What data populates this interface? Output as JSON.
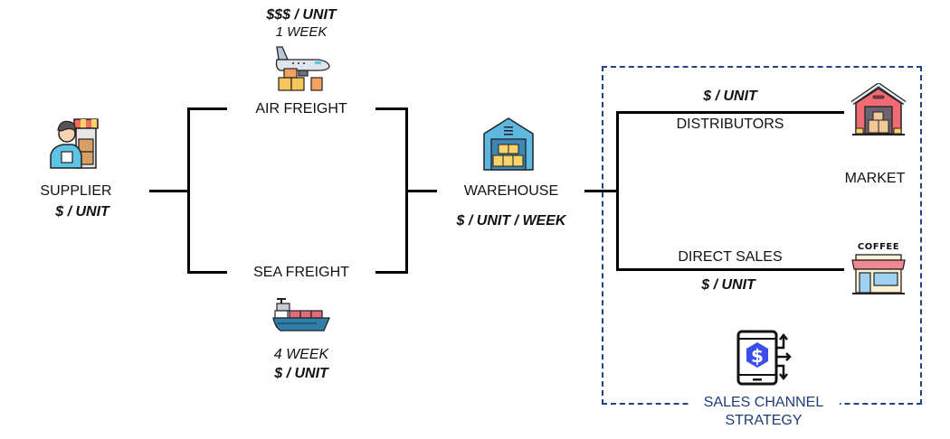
{
  "supplier": {
    "label": "SUPPLIER",
    "cost": "$ / UNIT"
  },
  "air_freight": {
    "label": "AIR FREIGHT",
    "cost": "$$$ / UNIT",
    "time": "1 WEEK"
  },
  "sea_freight": {
    "label": "SEA FREIGHT",
    "cost": "$ / UNIT",
    "time": "4 WEEK"
  },
  "warehouse": {
    "label": "WAREHOUSE",
    "cost": "$ / UNIT / WEEK"
  },
  "distributors": {
    "label": "DISTRIBUTORS",
    "cost": "$ / UNIT"
  },
  "market": {
    "label": "MARKET"
  },
  "direct_sales": {
    "label": "DIRECT SALES",
    "cost": "$ / UNIT"
  },
  "coffee_shop": {
    "sign": "COFFEE"
  },
  "sales_channel": {
    "line1": "SALES CHANNEL",
    "line2": "STRATEGY",
    "color": "#1f3b78"
  },
  "icons": {
    "supplier": "supplier-person-shop-icon",
    "air": "airplane-cargo-icon",
    "sea": "cargo-ship-icon",
    "warehouse": "warehouse-icon",
    "market": "market-barn-icon",
    "coffee": "coffee-shop-icon",
    "strategy": "phone-dollar-arrows-icon"
  }
}
